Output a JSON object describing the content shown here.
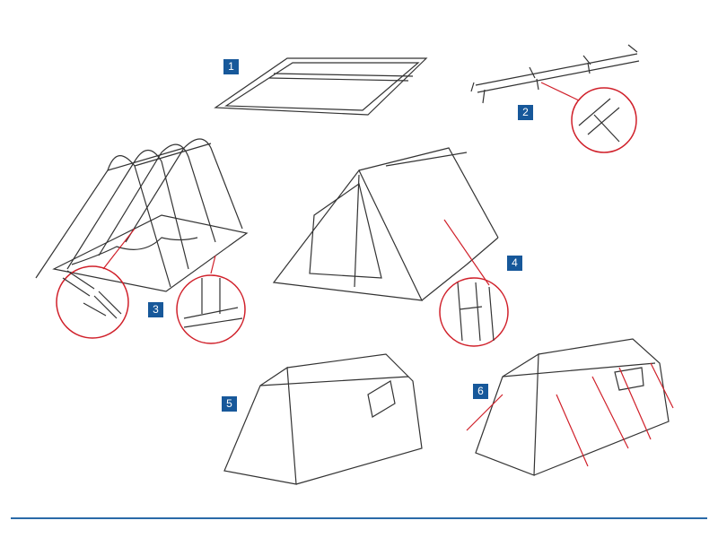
{
  "steps": [
    {
      "number": "1"
    },
    {
      "number": "2"
    },
    {
      "number": "3"
    },
    {
      "number": "4"
    },
    {
      "number": "5"
    },
    {
      "number": "6"
    }
  ],
  "colors": {
    "badge": "#17589a",
    "callout": "#d0202a",
    "rule": "#2a6aa8",
    "line": "#333333"
  }
}
